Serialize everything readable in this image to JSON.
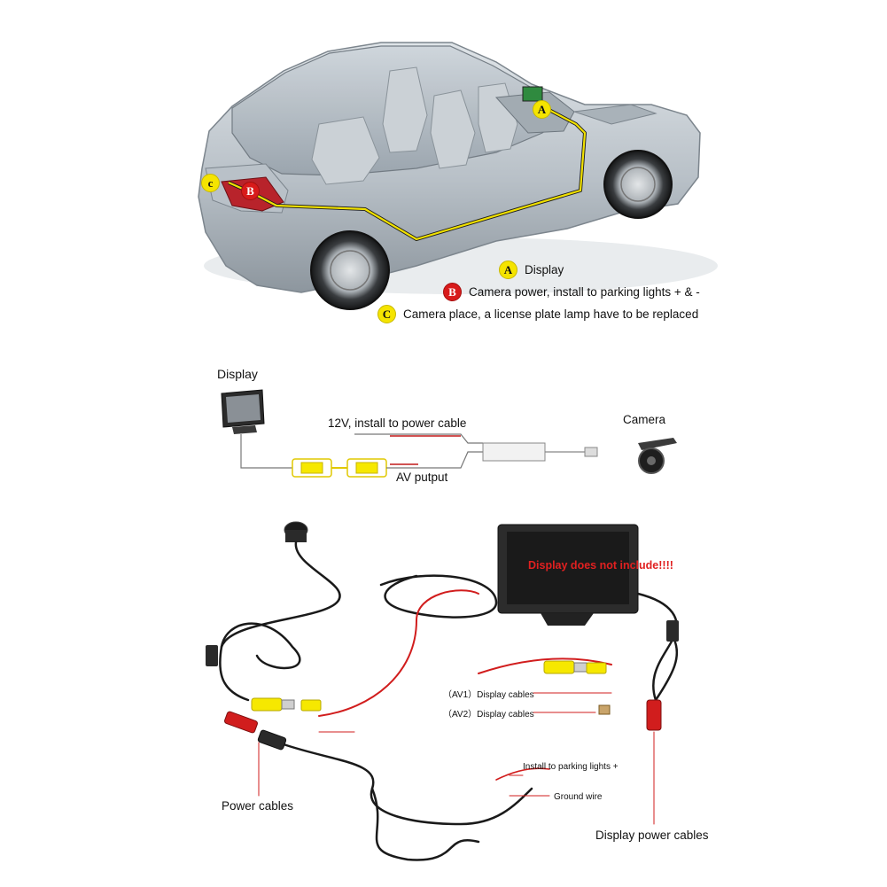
{
  "colors": {
    "yellow": "#f5e400",
    "red": "#d81b1b",
    "wire": "#1a1a1a",
    "route": "#f0e000"
  },
  "car_markers": {
    "a": "A",
    "b": "B",
    "c": "c"
  },
  "legend": [
    {
      "key": "A",
      "text": "Display",
      "badge": "yellow"
    },
    {
      "key": "B",
      "text": "Camera power, install to parking lights + & -",
      "badge": "red"
    },
    {
      "key": "C",
      "text": "Camera place, a license plate lamp have to be replaced",
      "badge": "yellow"
    }
  ],
  "wiring": {
    "display": "Display",
    "power": "12V, install to power cable",
    "camera": "Camera",
    "av": "AV putput"
  },
  "photo": {
    "warning": "Display does not include!!!!",
    "av1": "（AV1）Display cables",
    "av2": "（AV2）Display cables",
    "parking": "Install to parking lights +",
    "ground": "Ground wire",
    "power_cables": "Power cables",
    "display_power": "Display power cables"
  }
}
